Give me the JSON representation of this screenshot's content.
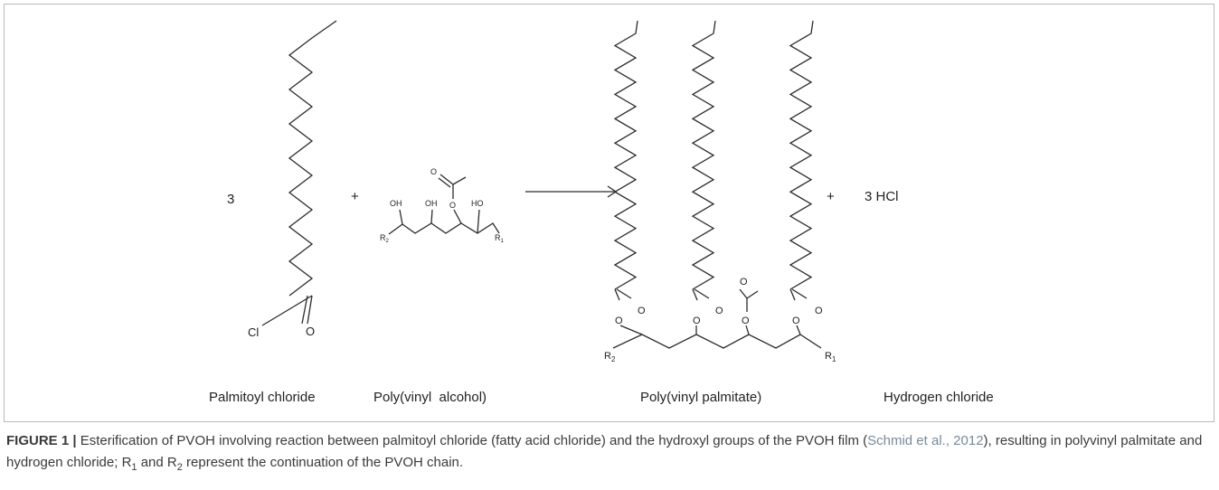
{
  "diagram": {
    "reactant_coefficient": "3",
    "plus": "+",
    "product_coefficient_text": "3 HCl",
    "atoms": {
      "chlorine": "Cl",
      "oxygen": "O",
      "hydroxyl": "OH",
      "hydroxyl_alt": "HO",
      "r_main": "R",
      "sub1": "1",
      "sub2": "2"
    },
    "labels": {
      "palmitoyl_chloride": "Palmitoyl chloride",
      "polyvinyl_alcohol": "Poly(vinyl  alcohol)",
      "polyvinyl_palmitate": "Poly(vinyl palmitate)",
      "hydrogen_chloride": "Hydrogen chloride"
    },
    "line_color": "#2b2b2b"
  },
  "caption": {
    "figure_label": "FIGURE 1 |",
    "text_1": " Esterification of PVOH involving reaction between palmitoyl chloride (fatty acid chloride) and the hydroxyl groups of the PVOH film (",
    "citation": "Schmid et al., 2012",
    "text_2": "), resulting in polyvinyl palmitate and hydrogen chloride; R",
    "sub_1": "1",
    "text_3": " and R",
    "sub_2": "2",
    "text_4": " represent the continuation of the PVOH chain."
  }
}
